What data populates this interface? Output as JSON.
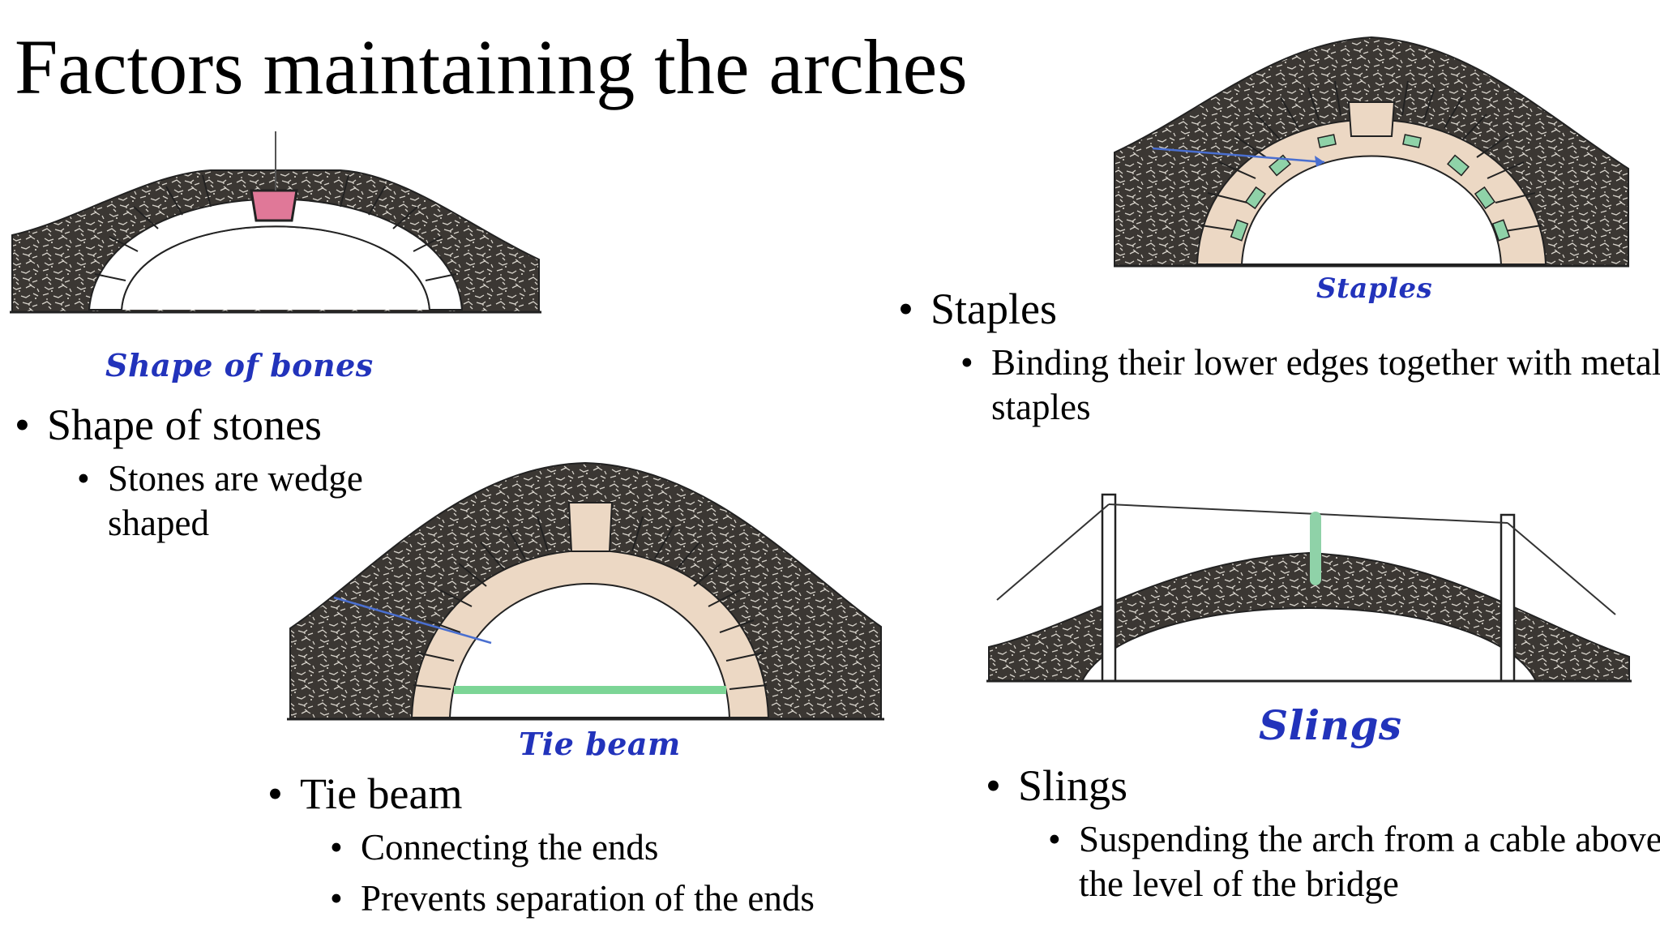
{
  "slide": {
    "title": "Factors maintaining the arches"
  },
  "figures": {
    "shape": {
      "caption": "Shape of bones"
    },
    "staples": {
      "caption": "Staples"
    },
    "tie": {
      "caption": "Tie beam"
    },
    "slings": {
      "caption": "Slings"
    }
  },
  "sections": {
    "shape": {
      "heading": "Shape of stones",
      "points": [
        "Stones are wedge shaped"
      ]
    },
    "staples": {
      "heading": "Staples",
      "points": [
        "Binding their lower edges together with metal staples"
      ]
    },
    "tie": {
      "heading": "Tie beam",
      "points": [
        "Connecting the ends",
        "Prevents separation of the ends"
      ]
    },
    "slings": {
      "heading": "Slings",
      "points": [
        "Suspending the arch from a cable above the level of the bridge"
      ]
    }
  },
  "colors": {
    "stone": "#3b3733",
    "voussoir": "#ecd8c4",
    "keystone_pink": "#e07898",
    "staple_green": "#8fd2a8",
    "tie_green": "#7cd596",
    "rod_blue": "#4a6fd0",
    "caption_blue": "#2233bb"
  }
}
